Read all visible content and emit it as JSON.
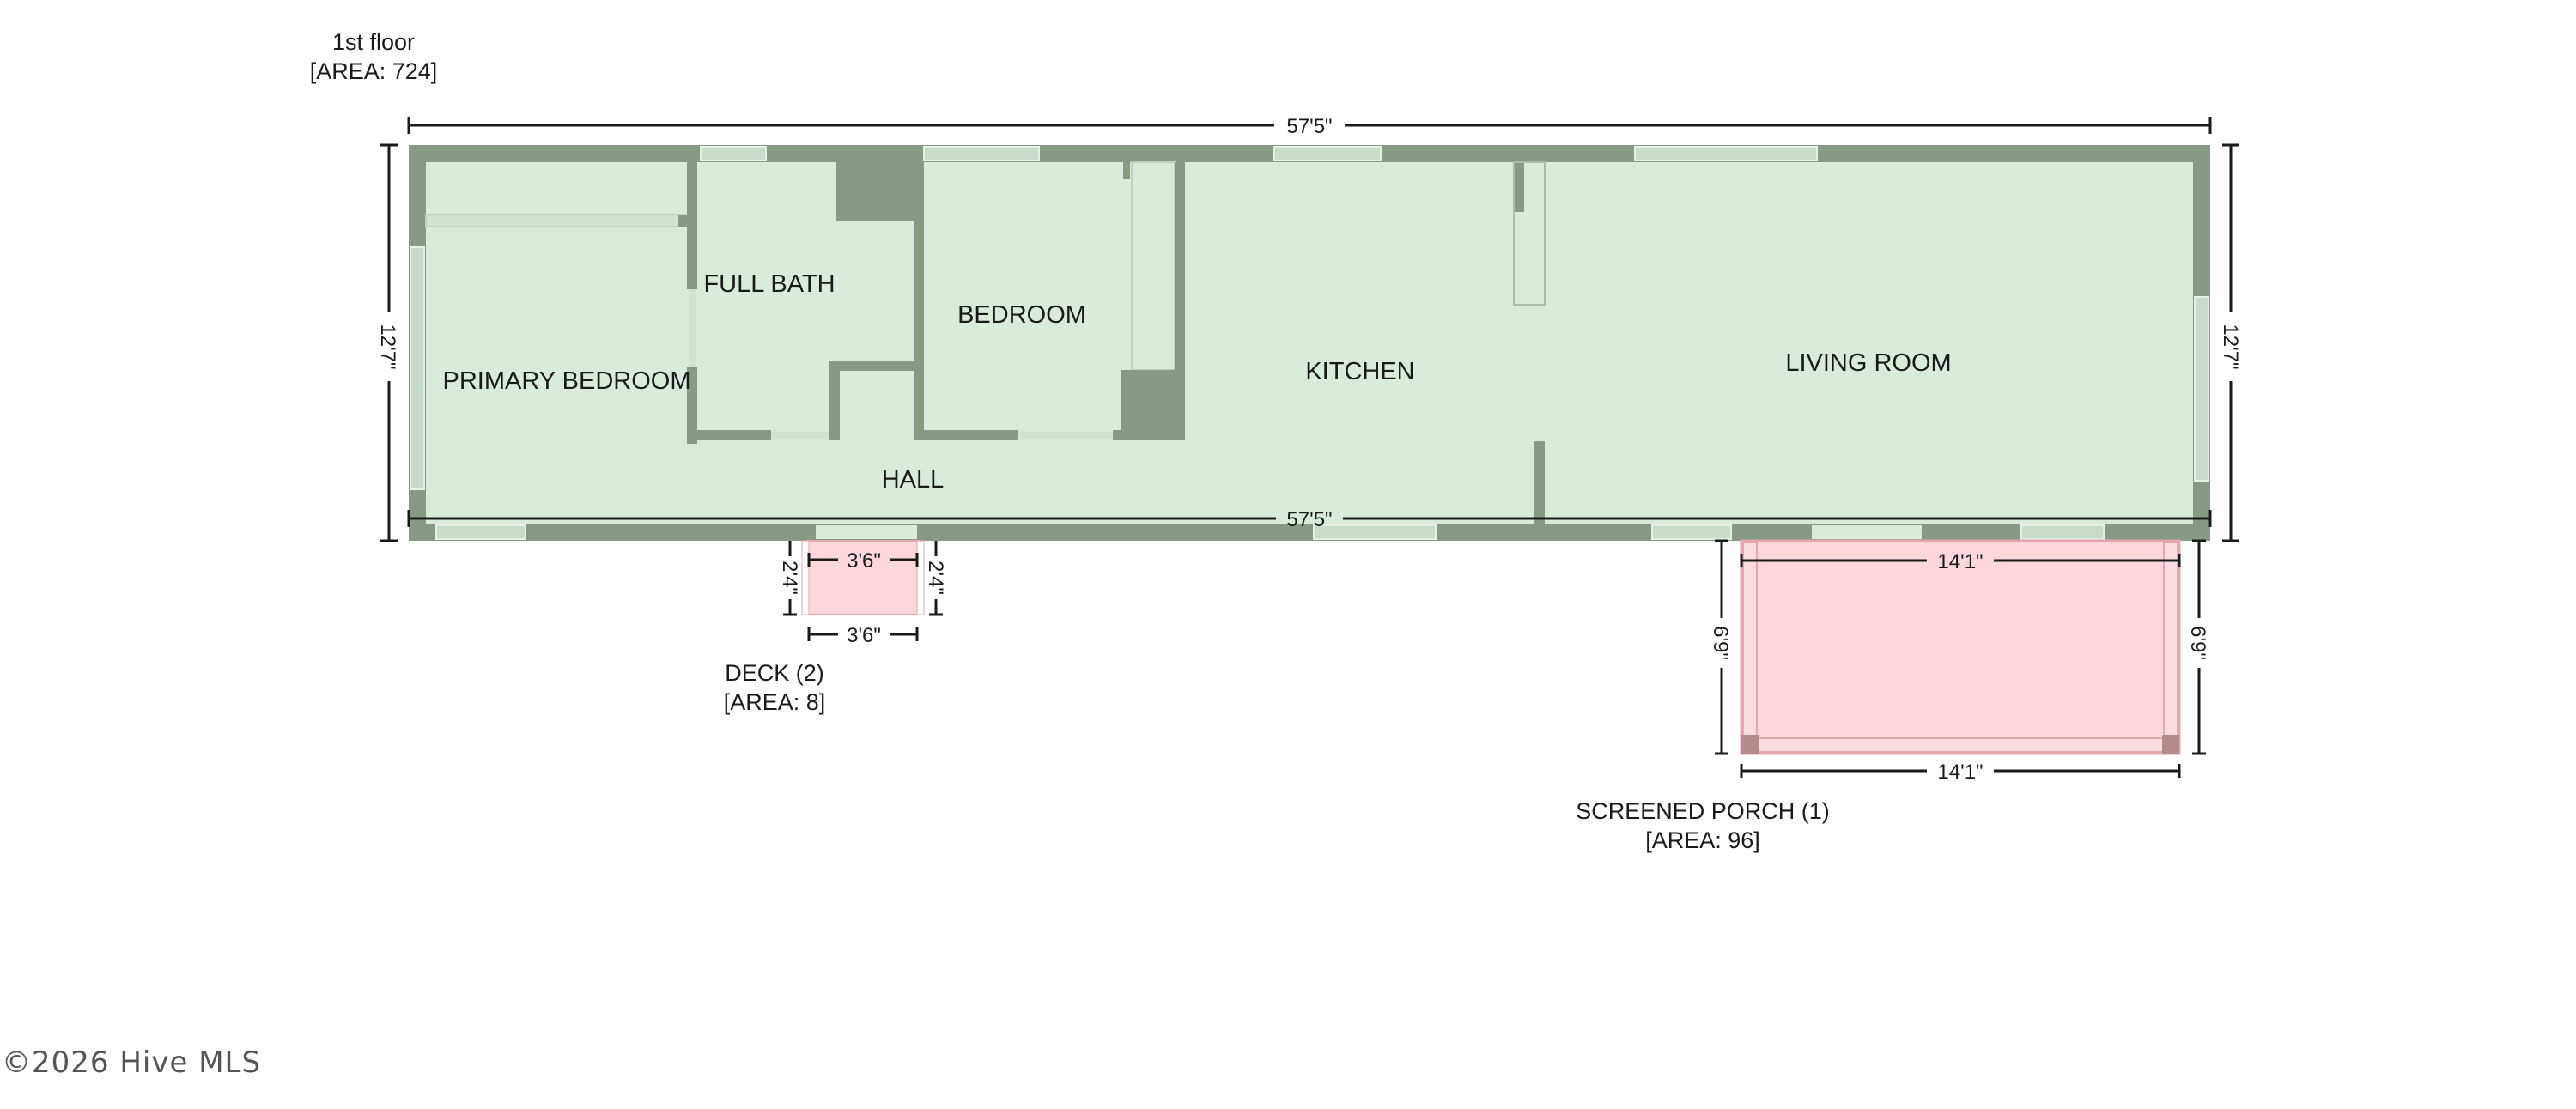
{
  "floor": {
    "name": "1st floor",
    "area": "[AREA: 724]"
  },
  "dimensions": {
    "main_length": "57'5\"",
    "main_depth": "12'7\"",
    "deck_width": "3'6\"",
    "deck_depth": "2'4\"",
    "porch_width": "14'1\"",
    "porch_depth": "6'9\""
  },
  "rooms": {
    "primary_bedroom": "PRIMARY BEDROOM",
    "full_bath": "FULL BATH",
    "bedroom": "BEDROOM",
    "kitchen": "KITCHEN",
    "living_room": "LIVING ROOM",
    "hall": "HALL"
  },
  "deck": {
    "name": "DECK (2)",
    "area": "[AREA: 8]"
  },
  "porch": {
    "name": "SCREENED PORCH (1)",
    "area": "[AREA: 96]"
  },
  "copyright": "©2026 Hive MLS",
  "colors": {
    "wall": "#879a84",
    "room_fill": "#d9ecd9",
    "window": "#c7ddc9",
    "outdoor_fill": "#fdd7d9",
    "outdoor_border": "#e8a7b0",
    "dim_line": "#1a1a1a"
  }
}
